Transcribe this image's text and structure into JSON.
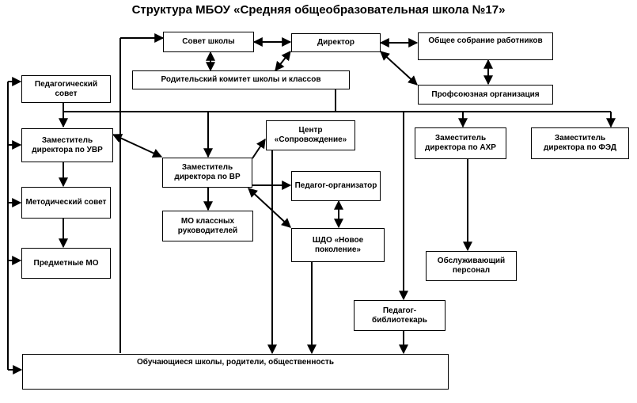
{
  "title": "Структура МБОУ «Средняя общеобразовательная школа №17»",
  "boxes": {
    "school_council": "Совет школы",
    "director": "Директор",
    "general_meeting": "Общее собрание работников",
    "parent_committee": "Родительский комитет школы и классов",
    "trade_union": "Профсоюзная организация",
    "ped_council": "Педагогический совет",
    "deputy_uvr": "Заместитель директора по УВР",
    "method_council": "Методический совет",
    "subject_mo": "Предметные МО",
    "support_center": "Центр «Сопровождение»",
    "deputy_vr": "Заместитель директора по ВР",
    "ped_organizer": "Педагог-организатор",
    "mo_class": "МО классных руководителей",
    "shdo": "ШДО «Новое поколение»",
    "deputy_ahr": "Заместитель директора по АХР",
    "deputy_fed": "Заместитель директора по ФЭД",
    "service_staff": "Обслуживающий персонал",
    "librarian": "Педагог-библиотекарь",
    "students": "Обучающиеся школы, родители, общественность"
  }
}
